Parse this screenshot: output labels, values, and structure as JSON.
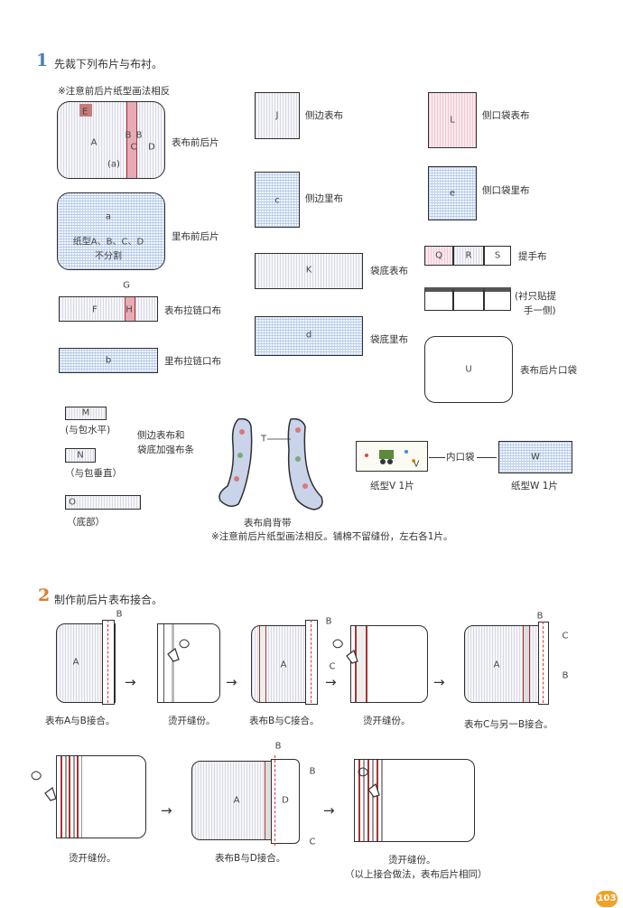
{
  "section1": {
    "number": "1",
    "title": "先裁下列布片与布衬。",
    "note_top": "※注意前后片纸型画法相反",
    "labels": {
      "front_back_outer": "表布前后片",
      "front_back_lining": "里布前后片",
      "zipper_outer": "表布拉链口布",
      "zipper_lining": "里布拉链口布",
      "side_outer": "侧边表布",
      "side_lining": "侧边里布",
      "bottom_outer": "袋底表布",
      "bottom_lining": "袋底里布",
      "side_pocket_outer": "侧口袋表布",
      "side_pocket_lining": "侧口袋里布",
      "handle": "提手布",
      "handle_note_1": "(衬只贴提",
      "handle_note_2": "手一侧)",
      "back_pocket": "表布后片口袋",
      "reinforce_1": "侧边表布和",
      "reinforce_2": "袋底加强布条",
      "m_note": "(与包水平)",
      "n_note": "（与包垂直）",
      "o_note": "（底部）",
      "shoulder_strap": "表布肩背带",
      "strap_note": "※注意前后片纸型画法相反。铺棉不留缝份，左右各1片。",
      "pattern_v": "纸型V 1片",
      "pattern_w": "纸型W 1片",
      "inner_pocket": "内口袋",
      "pattern_a_note_1": "纸型A、B、C、D",
      "pattern_a_note_2": "不分割"
    },
    "piece_letters": {
      "A": "A",
      "B": "B",
      "C": "C",
      "D": "D",
      "E": "E",
      "a_paren": "(a)",
      "a": "a",
      "F": "F",
      "G": "G",
      "H": "H",
      "b": "b",
      "J": "J",
      "c": "c",
      "K": "K",
      "d": "d",
      "L": "L",
      "e": "e",
      "Q": "Q",
      "R": "R",
      "S": "S",
      "U": "U",
      "M": "M",
      "N": "N",
      "O": "O",
      "T": "T",
      "V": "V",
      "W": "W"
    }
  },
  "section2": {
    "number": "2",
    "title": "制作前后片表布接合。",
    "captions": [
      "表布A与B接合。",
      "烫开缝份。",
      "表布B与C接合。",
      "烫开缝份。",
      "表布C与另一B接合。",
      "烫开缝份。",
      "表布B与D接合。",
      "烫开缝份。"
    ],
    "final_note": "（以上接合做法，表布后片相同）",
    "diagram_letters": {
      "A": "A",
      "B": "B",
      "C": "C",
      "D": "D"
    }
  },
  "page_number": "103",
  "colors": {
    "step1": "#4a7fbf",
    "step2": "#e07a2a",
    "page_badge": "#f2a128",
    "seam": "#d33333"
  }
}
